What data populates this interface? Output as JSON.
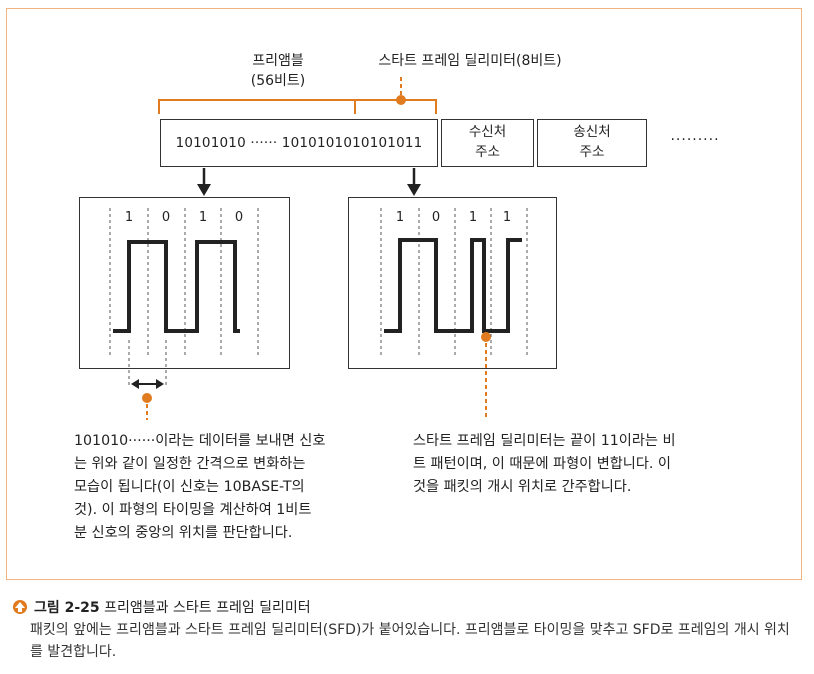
{
  "diagram": {
    "preamble_label_line1": "프리앰블",
    "preamble_label_line2": "(56비트)",
    "sfd_label": "스타트 프레임 딜리미터(8비트)",
    "frame_bits": "10101010 ······  1010101010101011",
    "dest_addr_line1": "수신처",
    "dest_addr_line2": "주소",
    "src_addr_line1": "송신처",
    "src_addr_line2": "주소",
    "ellipsis": "·········",
    "left_wave_bits": [
      "1",
      "0",
      "1",
      "0"
    ],
    "right_wave_bits": [
      "1",
      "0",
      "1",
      "1"
    ],
    "left_description": [
      "101010······이라는 데이터를 보내면 신호",
      "는 위와 같이 일정한 간격으로 변화하는",
      "모습이 됩니다(이 신호는 10BASE-T의",
      "것). 이 파형의 타이밍을 계산하여 1비트",
      "분 신호의 중앙의 위치를 판단합니다."
    ],
    "right_description": [
      "스타트 프레임 딜리미터는 끝이 11이라는 비",
      "트 패턴이며, 이 때문에 파형이 변합니다. 이",
      "것을 패킷의 개시 위치로 간주합니다."
    ],
    "colors": {
      "accent": "#e07b1f",
      "frame_border": "#f0b483",
      "line": "#222222"
    }
  },
  "caption": {
    "icon": "orange-circle-arrow-icon",
    "figure_number": "그림 2-25",
    "title": "프리앰블과 스타트 프레임 딜리미터",
    "body": "패킷의 앞에는 프리앰블과 스타트 프레임 딜리미터(SFD)가 붙어있습니다. 프리앰블로 타이밍을 맞추고 SFD로 프레임의 개시 위치를 발견합니다."
  }
}
